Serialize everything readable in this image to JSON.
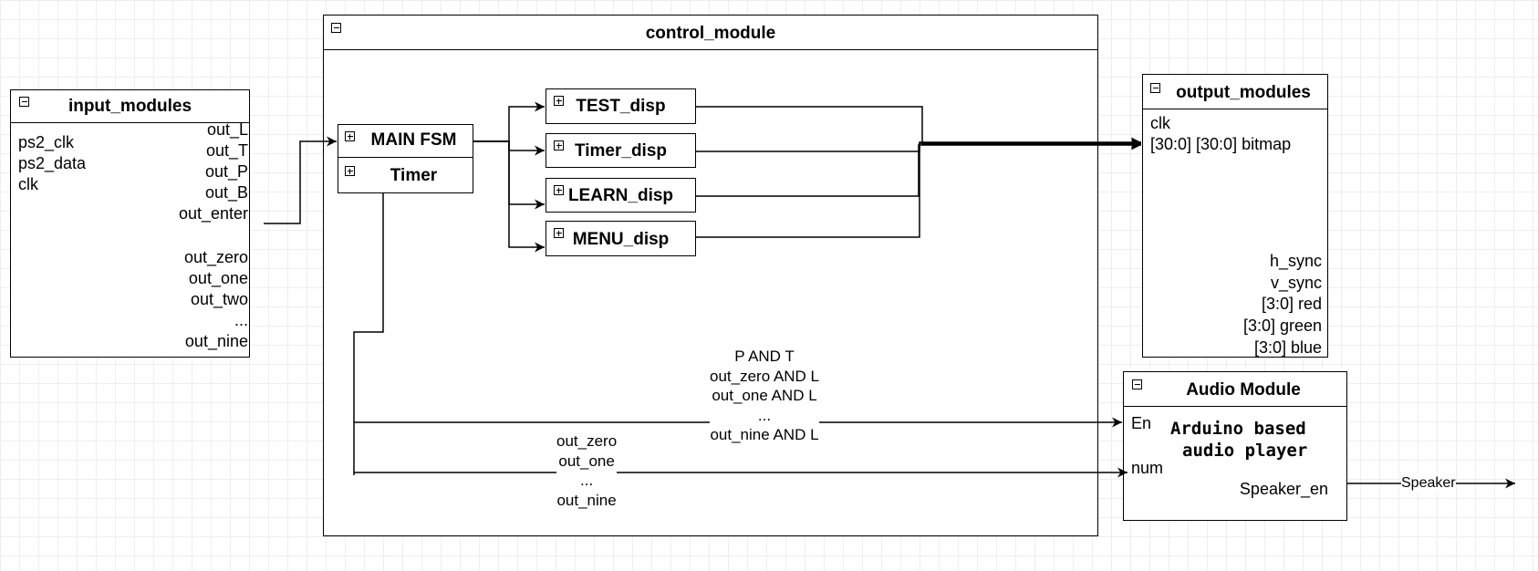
{
  "input_modules": {
    "title": "input_modules",
    "inputs": [
      "ps2_clk",
      "ps2_data",
      "clk"
    ],
    "outputs_top": [
      "out_L",
      "out_T",
      "out_P",
      "out_B",
      "out_enter"
    ],
    "outputs_bottom": [
      "out_zero",
      "out_one",
      "out_two",
      "...",
      "out_nine"
    ]
  },
  "control_module": {
    "title": "control_module",
    "main_fsm": "MAIN FSM",
    "timer": "Timer",
    "disp": [
      "TEST_disp",
      "Timer_disp",
      "LEARN_disp",
      "MENU_disp"
    ],
    "en_label": [
      "P AND T",
      "out_zero AND L",
      "out_one AND L",
      "...",
      "out_nine AND L"
    ],
    "num_label": [
      "out_zero",
      "out_one",
      "...",
      "out_nine"
    ]
  },
  "output_modules": {
    "title": "output_modules",
    "inputs": [
      "clk",
      "[30:0] [30:0] bitmap"
    ],
    "outputs": [
      "h_sync",
      "v_sync",
      "[3:0] red",
      "[3:0] green",
      "[3:0] blue"
    ]
  },
  "audio_module": {
    "title": "Audio Module",
    "inputs": [
      "En",
      "num"
    ],
    "body": [
      "Arduino based",
      "audio player"
    ],
    "output": "Speaker_en"
  },
  "speaker_label": "Speaker"
}
